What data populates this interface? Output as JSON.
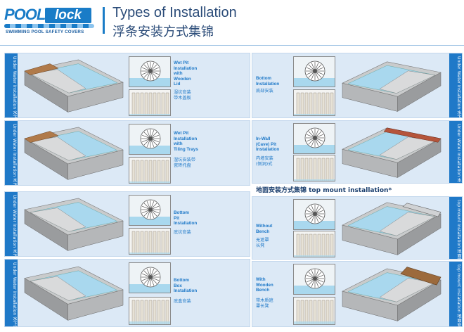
{
  "logo": {
    "pool": "POOL",
    "lock": "lock",
    "tagline": "SWIMMING POOL SAFETY COVERS"
  },
  "header": {
    "title_en": "Types of Installation",
    "title_cn": "浮条安装方式集锦"
  },
  "sections": {
    "top_mount_heading": "地面安装方式集锦 top mount installation*"
  },
  "panels": [
    {
      "side": "Under Water Installation 水下安装方式集锦",
      "label_en": "Wet Pit\nInstallation\nwith\nWooden\nLid",
      "label_cn": "湿坑安装\n带木盖板"
    },
    {
      "side": "Under Water Installation 水下安装方式集锦",
      "label_en": "Wet Pit\nInstallation\nwith\nTiling Trays",
      "label_cn": "湿坑安装带\n瓷砖托盘"
    },
    {
      "side": "Under Water Installation 水下安装方式集锦",
      "label_en": "Bottom\nPit\nInstallation",
      "label_cn": "底坑安装"
    },
    {
      "side": "Under Water Installation 水下安装方式集锦",
      "label_en": "Bottom\nBox\nInstallation",
      "label_cn": "底盒安装"
    },
    {
      "side": "Under Water Installation 水下安装方式集锦",
      "label_en": "Bottom\nInstallation",
      "label_cn": "底部安装"
    },
    {
      "side": "Under Water Installation 水下安装方式集锦",
      "label_en": "In-Wall\n(Cave) Pit\nInstallation",
      "label_cn": "内墙安装\n(侧洞)式"
    },
    {
      "side": "top mount installation 地面安装方式集锦",
      "label_en": "Without\nBench",
      "label_cn": "无遮罩\n长凳"
    },
    {
      "side": "top mount installation 地面安装方式集锦",
      "label_en": "With\nWooden\nBench",
      "label_cn": "带木质遮\n罩长凳"
    }
  ],
  "colors": {
    "accent": "#1f79c8",
    "panel_bg": "#dce9f6",
    "water": "#a9d8ee",
    "title": "#2a4b78"
  }
}
